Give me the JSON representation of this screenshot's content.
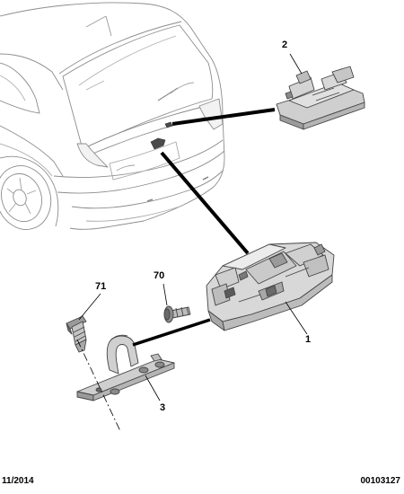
{
  "diagram": {
    "callouts": [
      {
        "id": "part-2",
        "label": "2"
      },
      {
        "id": "part-70",
        "label": "70"
      },
      {
        "id": "part-71",
        "label": "71"
      },
      {
        "id": "part-1",
        "label": "1"
      },
      {
        "id": "part-3",
        "label": "3"
      }
    ],
    "footer": {
      "date": "11/2014",
      "reference": "00103127"
    }
  }
}
